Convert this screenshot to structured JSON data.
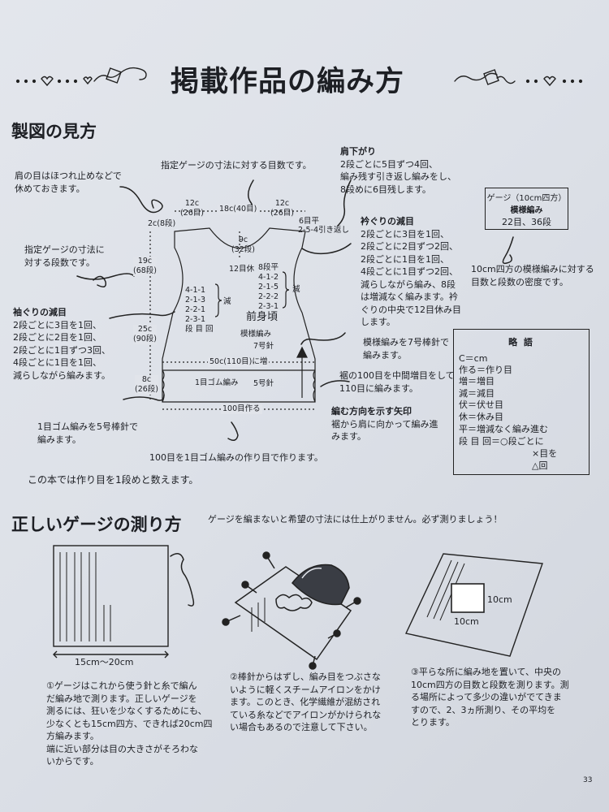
{
  "title": "掲載作品の編み方",
  "section1": {
    "heading": "製図の見方",
    "notes": {
      "gauge_stitch": "指定ゲージの寸法に対する目数です。",
      "shoulder_hold": [
        "肩の目はほつれ止めなどで",
        "休めておきます。"
      ],
      "gauge_row": [
        "指定ゲージの寸法に",
        "対する段数です。"
      ],
      "armhole_title": "袖ぐりの減目",
      "armhole_lines": [
        "2段ごとに3目を1回、",
        "2段ごとに2目を1回、",
        "2段ごとに1目ずつ3回、",
        "4段ごとに1目を1回、",
        "減らしながら編みます。"
      ],
      "shoulder_title": "肩下がり",
      "shoulder_lines": [
        "2段ごとに5目ずつ4回、",
        "編み残す引き返し編みをし、",
        "8段めに6目残します。"
      ],
      "neck_title": "衿ぐりの減目",
      "neck_lines": [
        "2段ごとに3目を1回、",
        "2段ごとに2目ずつ2回、",
        "2段ごとに1目を1回、",
        "4段ごとに1目ずつ2回、",
        "減らしながら編み、8段",
        "は増減なく編みます。衿",
        "ぐりの中央で12目休み目",
        "します。"
      ],
      "pattern_needle": [
        "模様編みを7号棒針で",
        "編みます。"
      ],
      "hem_increase": [
        "裾の100目を中間増目をして",
        "110目に編みます。"
      ],
      "arrow_title": "編む方向を示す矢印",
      "arrow_lines": [
        "裾から肩に向かって編み進",
        "みます。"
      ],
      "rib_needle": [
        "1目ゴム編みを5号棒針で",
        "編みます。"
      ],
      "cast_on": "100目を1目ゴム編みの作り目で作ります。",
      "row_count": "この本では作り目を1段めと数えます。",
      "density": [
        "10cm四方の模様編みに対する",
        "目数と段数の密度です。"
      ]
    },
    "diagram": {
      "top_left": [
        "12c",
        "(26目)"
      ],
      "top_center": "18c(40目)",
      "top_right": [
        "12c",
        "(26目)"
      ],
      "shoulder_rows": "6目平",
      "shoulder_seq": "2-5-4引き返し",
      "armhole_top": "2c(8段)",
      "neck_depth": [
        "9c",
        "(32段)"
      ],
      "neck_hold": "12目休",
      "neck_flat": "8段平",
      "neck_seq": [
        "4-1-2",
        "2-1-5",
        "2-2-2",
        "2-3-1"
      ],
      "neck_gen": "減",
      "left_h": [
        "19c",
        "(68段)"
      ],
      "arm_seq": [
        "4-1-1",
        "2-1-3",
        "2-2-1",
        "2-3-1"
      ],
      "arm_gen": "減",
      "arm_legend": "段 目 回",
      "piece_name": "前身頃",
      "pattern_name": "模様編み",
      "needle": "7号針",
      "body_h": [
        "25c",
        "(90段)"
      ],
      "width": "50c(110目)に増",
      "rib_h": [
        "8c",
        "(26段)"
      ],
      "rib_name": "1目ゴム編み",
      "rib_needle": "5号針",
      "cast_label": "100目作る"
    },
    "gauge_box": {
      "caption": "ゲージ（10cm四方）",
      "label": "模様編み",
      "value": "22目、36段"
    },
    "abbr": {
      "heading": "略 語",
      "rows": [
        "C＝cm",
        "作る＝作り目",
        "増＝増目",
        "減＝減目",
        "伏＝伏せ目",
        "休＝休み目",
        "平＝増減なく編み進む",
        "段 目 回＝○段ごとに",
        "×目を",
        "△回"
      ]
    }
  },
  "section2": {
    "heading": "正しいゲージの測り方",
    "subtitle": "ゲージを編まないと希望の寸法には仕上がりません。必ず測りましょう！",
    "ill1_label": "15cm～20cm",
    "ill3_label_a": "10cm",
    "ill3_label_b": "10cm",
    "step1": [
      "①ゲージはこれから使う針と糸で編ん",
      "だ編み地で測ります。正しいゲージを",
      "測るには、狂いを少なくするためにも、",
      "少なくとも15cm四方、できれば20cm四",
      "方編みます。",
      "端に近い部分は目の大きさがそろわな",
      "いからです。"
    ],
    "step2": [
      "②棒針からはずし、編み目をつぶさな",
      "いように軽くスチームアイロンをかけ",
      "ます。このとき、化学繊維が混紡され",
      "ている糸などでアイロンがかけられな",
      "い場合もあるので注意して下さい。"
    ],
    "step3": [
      "③平らな所に編み地を置いて、中央の",
      "10cm四方の目数と段数を測ります。測",
      "る場所によって多少の違いがでてきま",
      "すので、2、3ヵ所測り、その平均を",
      "とります。"
    ]
  },
  "page_number": "33"
}
